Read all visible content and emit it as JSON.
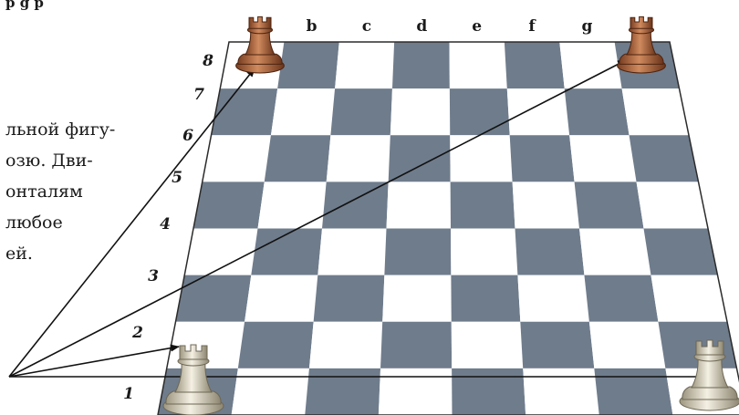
{
  "top_text": "р    g    р",
  "text_lines": [
    "льной фигу-",
    "озю. Дви-",
    "онталям",
    "любое",
    "ей."
  ],
  "files": [
    "b",
    "c",
    "d",
    "e",
    "f",
    "g"
  ],
  "ranks": [
    "1",
    "2",
    "3",
    "4",
    "5",
    "6",
    "7",
    "8"
  ],
  "colors": {
    "dark_square": "#6f7c8c",
    "light_square": "#ffffff",
    "board_edge": "#2b2b2b",
    "arrow": "#111111",
    "black_piece": "#b0643e",
    "white_piece": "#e2dcc9"
  },
  "pieces": [
    {
      "name": "rook",
      "color": "black",
      "square": "a8"
    },
    {
      "name": "rook",
      "color": "black",
      "square": "h8"
    },
    {
      "name": "rook",
      "color": "white",
      "square": "a1"
    },
    {
      "name": "rook",
      "color": "white",
      "square": "h1"
    }
  ]
}
